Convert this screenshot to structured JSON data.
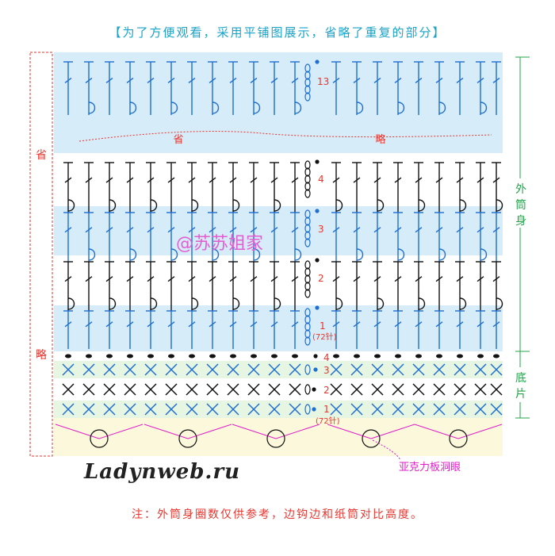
{
  "header_note": "【为了方便观看，采用平铺图展示，省略了重复的部分】",
  "left_bracket": {
    "top_char": "省",
    "bottom_char": "略"
  },
  "omitted_label": {
    "left": "省",
    "right": "略"
  },
  "brand": "@苏苏姐家",
  "right_labels": {
    "outer": [
      "外",
      "筒",
      "身"
    ],
    "base": [
      "底",
      "片"
    ]
  },
  "body_rows": [
    {
      "label": "13",
      "stitch_count": "",
      "color": "#1e6fd0",
      "band": "#d6ecf8"
    },
    {
      "label": "4",
      "stitch_count": "",
      "color": "#111111",
      "band": "none"
    },
    {
      "label": "3",
      "stitch_count": "",
      "color": "#1e6fd0",
      "band": "#d6ecf8"
    },
    {
      "label": "2",
      "stitch_count": "",
      "color": "#111111",
      "band": "none"
    },
    {
      "label": "1",
      "stitch_count": "(72针)",
      "color": "#1e6fd0",
      "band": "#d6ecf8"
    }
  ],
  "base_rows": [
    {
      "label": "4",
      "stitch_count": ""
    },
    {
      "label": "3",
      "stitch_count": ""
    },
    {
      "label": "2",
      "stitch_count": ""
    },
    {
      "label": "1",
      "stitch_count": "(72针)"
    }
  ],
  "annotation": "亚克力板洞眼",
  "watermark": "Ladynweb.ru",
  "footer_note": "注：外筒身圈数仅供参考，边钩边和纸筒对比高度。",
  "colors": {
    "blue": "#1e6fd0",
    "black": "#111111",
    "red": "#e8352e",
    "green": "#22a54a",
    "magenta": "#e020c8",
    "band_blue": "#d6ecf8",
    "band_green": "#e7f5e3",
    "band_yellow": "#fbf8dc"
  }
}
